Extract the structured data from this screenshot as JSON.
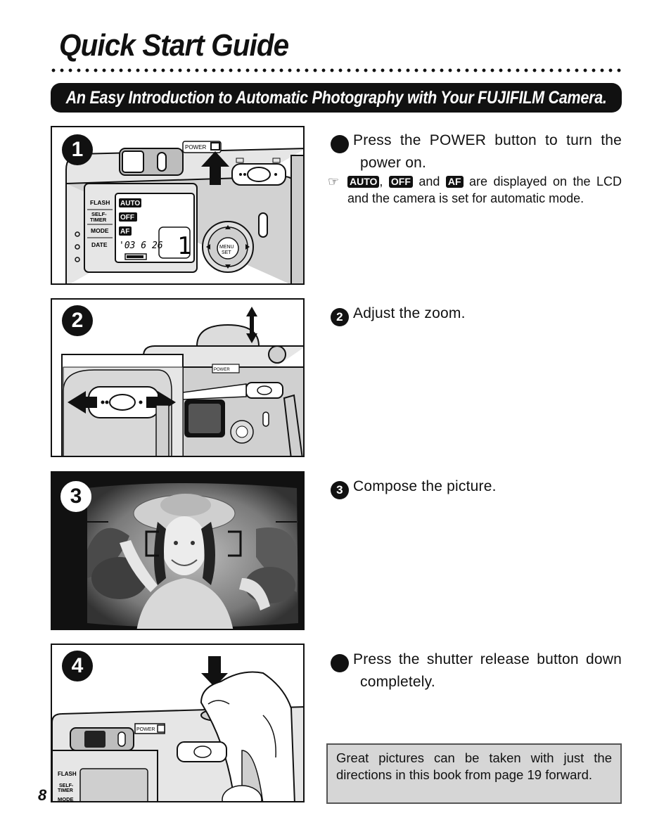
{
  "title": "Quick Start Guide",
  "banner": "An Easy Introduction to Automatic Photography with Your FUJIFILM Camera.",
  "steps": [
    {
      "number": "1",
      "text": "Press the POWER button to turn the power on."
    },
    {
      "number": "2",
      "text": "Adjust the zoom."
    },
    {
      "number": "3",
      "text": "Compose the picture."
    },
    {
      "number": "4",
      "text": "Press the shutter release button down completely."
    }
  ],
  "note": {
    "icon": "☞",
    "tag_auto": "AUTO",
    "tag_off": "OFF",
    "tag_af": "AF",
    "sep_comma": ",",
    "sep_and": "and",
    "text": "are displayed on the LCD and the camera is set for automatic mode."
  },
  "camera_labels": {
    "power": "POWER",
    "flash": "FLASH",
    "self_timer_1": "SELF-",
    "self_timer_2": "TIMER",
    "mode": "MODE",
    "date": "DATE",
    "lcd_auto": "AUTO",
    "lcd_off": "OFF",
    "lcd_af": "AF",
    "lcd_date": "'03  6 26",
    "lcd_count": "1",
    "menu_1": "MENU",
    "menu_2": "SET"
  },
  "callout": "Great pictures can be taken with just the directions in this book from page 19 forward.",
  "page_number": "8"
}
